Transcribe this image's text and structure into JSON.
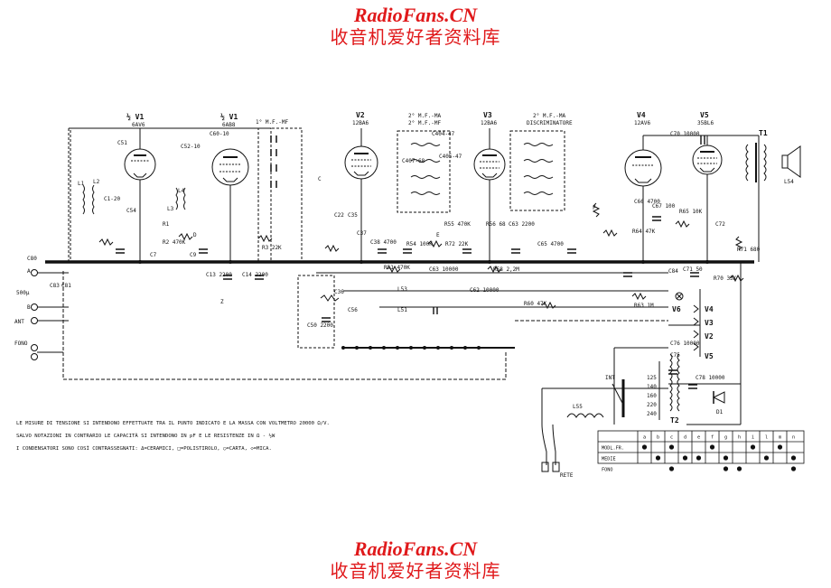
{
  "watermark": {
    "site": "RadioFans.CN",
    "cn": "收音机爱好者资料库",
    "color": "#e0191b"
  },
  "tubes": [
    {
      "id": "half-v1",
      "label": "½ V1",
      "type": "6AV6"
    },
    {
      "id": "v-mix",
      "label": "½ V1",
      "type": "6AB8"
    },
    {
      "id": "v2",
      "label": "V2",
      "type": "12BA6"
    },
    {
      "id": "v3",
      "label": "V3",
      "type": "12BA6"
    },
    {
      "id": "v4",
      "label": "V4",
      "type": "12AV6"
    },
    {
      "id": "v5",
      "label": "V5",
      "type": "35BL6"
    }
  ],
  "transformers": {
    "t1_mf": "1° M.F.-MF",
    "mf2_ma": "2° M.F.-MA",
    "mf2_mf": "2° M.F.-MF",
    "mf2_ma_b": "2° M.F.-MA",
    "discriminatore": "DISCRIMINATORE",
    "t1": "T1",
    "t2": "T2"
  },
  "components": [
    "C60-10",
    "C52-10",
    "C51",
    "L1",
    "L2",
    "L3",
    "L4",
    "C1-20",
    "C54",
    "R1",
    "R2 470K",
    "C7",
    "C9",
    "R3 22K",
    "C13 2200",
    "C14 2200",
    "C22",
    "C63 10000",
    "C35",
    "C36",
    "C37",
    "C38 4700",
    "R54 100K",
    "R51 470K",
    "C56",
    "C50 2200",
    "L53",
    "L51",
    "C404-47",
    "C407-68",
    "C405-47",
    "R55 470K",
    "R56 68",
    "C63 2200",
    "C65 4700",
    "R72 22K",
    "R58 2,2M",
    "C62 10000",
    "R60 47K",
    "C66 4700",
    "C67 100",
    "R64 47K",
    "R65 10K",
    "C70 10000",
    "C71 50",
    "R70 33K",
    "R71 680",
    "C72",
    "C76 10000",
    "C78 10000",
    "R63 1M",
    "L54",
    "L55",
    "C80",
    "C81",
    "C83",
    "C84",
    "C75",
    "D1",
    "E",
    "F",
    "Z",
    "A",
    "B",
    "C",
    "D",
    "500μ"
  ],
  "terminals": {
    "ant": "ANT",
    "fono": "FONO",
    "rete": "RETE",
    "int": "INT"
  },
  "mains_taps": [
    "125",
    "140",
    "160",
    "220",
    "240"
  ],
  "side_tubes": [
    "V4",
    "V3",
    "V2",
    "V5",
    "V6"
  ],
  "notes": [
    "LE MISURE DI TENSIONE SI INTENDONO EFFETTUATE TRA IL PUNTO INDICATO E LA MASSA CON VOLTMETRO 20000 Ω/V.",
    "SALVO NOTAZIONI IN CONTRARIO LE CAPACITÀ SI INTENDONO IN pF E LE RESISTENZE IN Ω - ½W",
    "I CONDENSATORI SONO COSÌ CONTRASSEGNATI: Δ=CERAMICI, □=POLISTIROLO, ○=CARTA, ◇=MICA."
  ],
  "switch_table": {
    "header": [
      "a",
      "b",
      "c",
      "d",
      "e",
      "f",
      "g",
      "h",
      "i",
      "l",
      "m",
      "n"
    ],
    "rows": [
      {
        "label": "MODL.FR.",
        "dots": [
          1,
          0,
          1,
          0,
          0,
          1,
          0,
          0,
          1,
          0,
          1,
          0
        ]
      },
      {
        "label": "MEDIE",
        "dots": [
          0,
          1,
          0,
          1,
          1,
          0,
          1,
          0,
          0,
          1,
          0,
          1
        ]
      },
      {
        "label": "FONO",
        "dots": [
          0,
          0,
          1,
          0,
          0,
          0,
          1,
          1,
          0,
          0,
          0,
          1
        ]
      }
    ]
  },
  "colors": {
    "ink": "#111111",
    "paper": "#ffffff"
  }
}
